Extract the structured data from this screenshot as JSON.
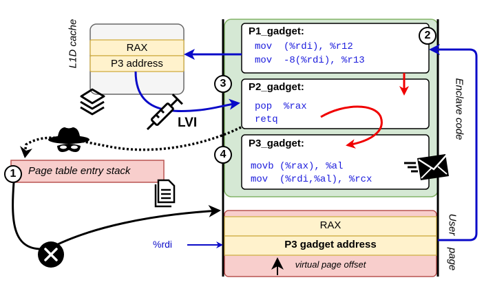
{
  "l1d_cache": {
    "label": "L1D cache",
    "slots": [
      "RAX",
      "P3 address"
    ]
  },
  "lvi_label": "LVI",
  "enclave": {
    "label": "Enclave code",
    "gadgets": [
      {
        "step": "2",
        "title": "P1_gadget:",
        "code": [
          "mov  (%rdi), %r12",
          "mov  -8(%rdi), %r13"
        ]
      },
      {
        "step": "3",
        "title": "P2_gadget:",
        "code": [
          "pop  %rax",
          "retq"
        ]
      },
      {
        "step": "4",
        "title": "P3_gadget:",
        "code": [
          "movb (%rax), %al",
          "mov  (%rdi,%al), %rcx"
        ]
      }
    ]
  },
  "page_table": {
    "step": "1",
    "label": "Page table entry stack"
  },
  "user_page": {
    "label_line1": "User",
    "label_line2": "page",
    "slots": [
      "RAX",
      "P3 gadget address"
    ],
    "offset_label": "virtual page offset"
  },
  "rdi_label": "%rdi",
  "colors": {
    "blue_arrow": "#0a0ac8",
    "red_arrow": "#f00000",
    "enclave_fill": "#d5e8d4",
    "enclave_border": "#82b366",
    "slot_fill": "#fff2cc",
    "slot_border": "#d6b656",
    "page_fill": "#f8cecc",
    "page_border": "#b85450",
    "cache_fill": "#f5f5f5",
    "cache_border": "#666666",
    "code_text": "#1a1adc"
  }
}
